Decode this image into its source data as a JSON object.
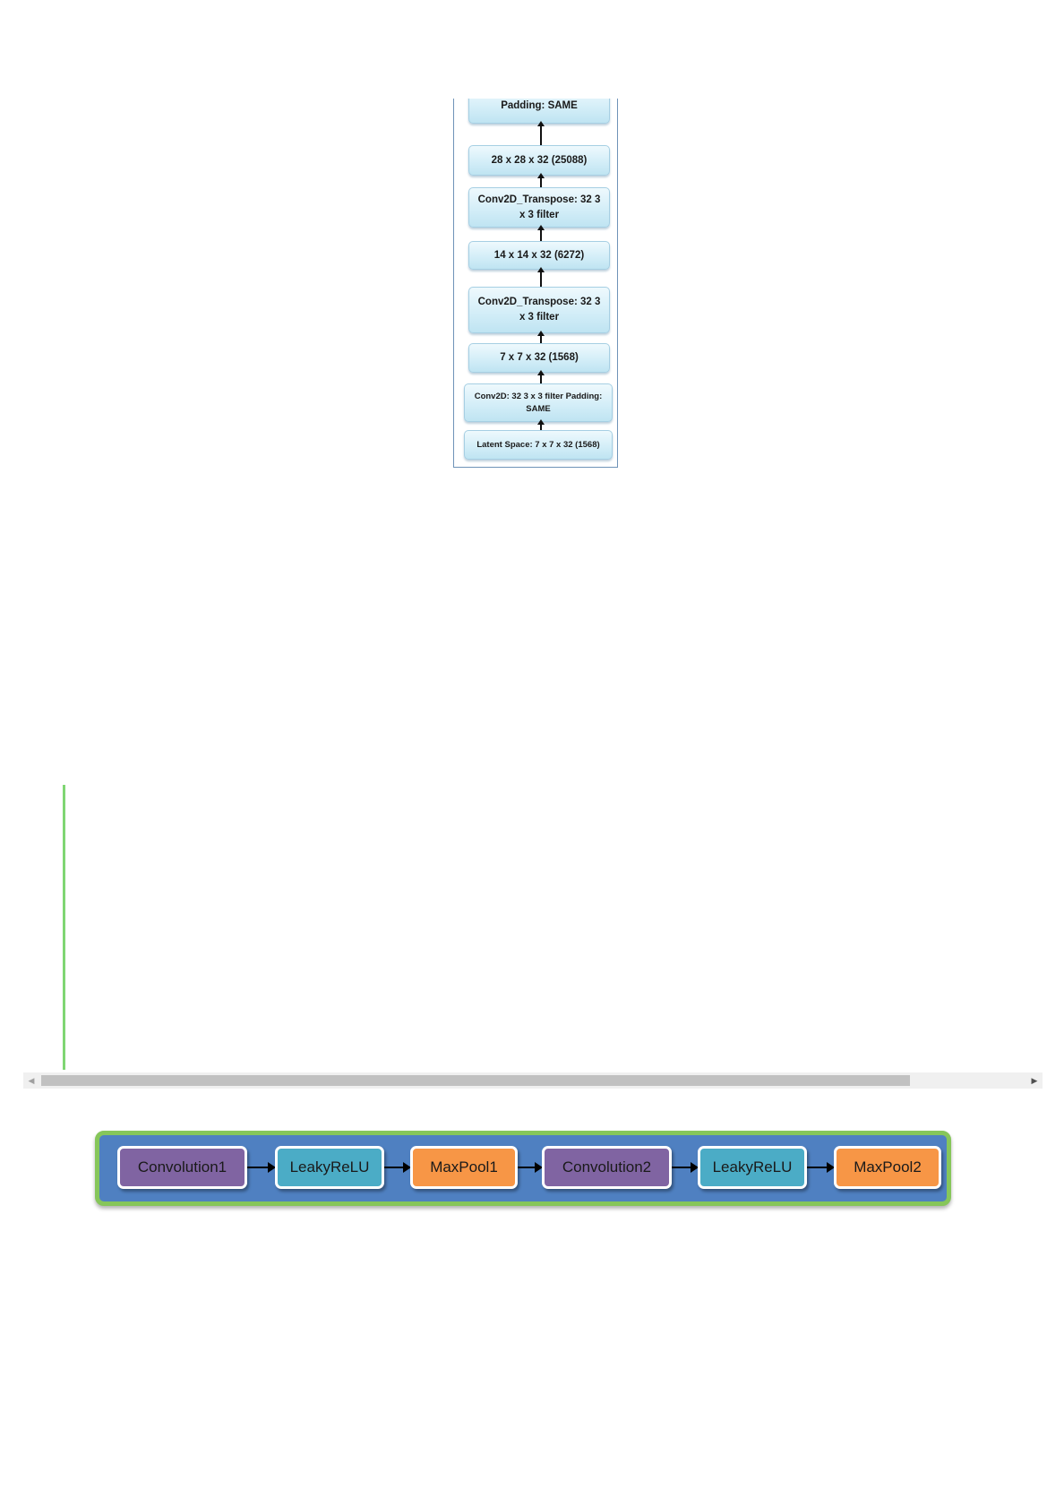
{
  "decoder": {
    "layers": [
      "Padding: SAME",
      "28 x 28 x 32 (25088)",
      "Conv2D_Transpose: 32 3 x 3 filter",
      "14 x 14 x 32 (6272)",
      "Conv2D_Transpose: 32 3 x 3 filter",
      "7 x 7 x 32 (1568)",
      "Conv2D: 32 3 x 3 filter Padding: SAME",
      "Latent Space: 7 x 7 x 32 (1568)"
    ]
  },
  "encoder": {
    "stages": [
      "Convolution1",
      "LeakyReLU",
      "MaxPool1",
      "Convolution2",
      "LeakyReLU",
      "MaxPool2"
    ],
    "colors": {
      "convolution": "#8064a2",
      "activation": "#4bacc6",
      "pool": "#f79646",
      "frame": "#4f80c1",
      "frame_border": "#86c65a"
    }
  },
  "scrollbar": {
    "left_icon": "scroll-left-icon",
    "right_icon": "scroll-right-icon"
  }
}
